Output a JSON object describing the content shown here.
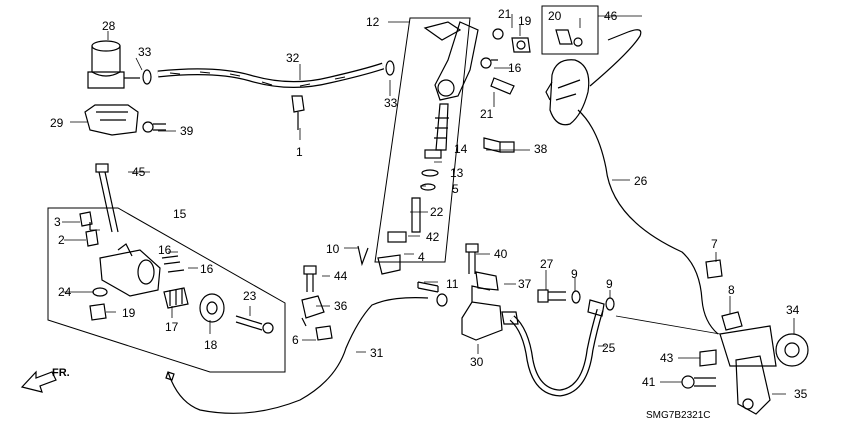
{
  "diagram": {
    "drawing_code": "SMG7B2321C",
    "direction_label": "FR.",
    "callouts": [
      "1",
      "2",
      "3",
      "4",
      "5",
      "6",
      "7",
      "8",
      "9",
      "9",
      "10",
      "11",
      "12",
      "13",
      "14",
      "15",
      "16",
      "16",
      "16",
      "17",
      "18",
      "19",
      "19",
      "20",
      "21",
      "21",
      "22",
      "23",
      "24",
      "25",
      "26",
      "27",
      "28",
      "29",
      "30",
      "31",
      "32",
      "33",
      "33",
      "34",
      "35",
      "36",
      "37",
      "38",
      "39",
      "40",
      "41",
      "42",
      "43",
      "44",
      "45",
      "46"
    ]
  }
}
